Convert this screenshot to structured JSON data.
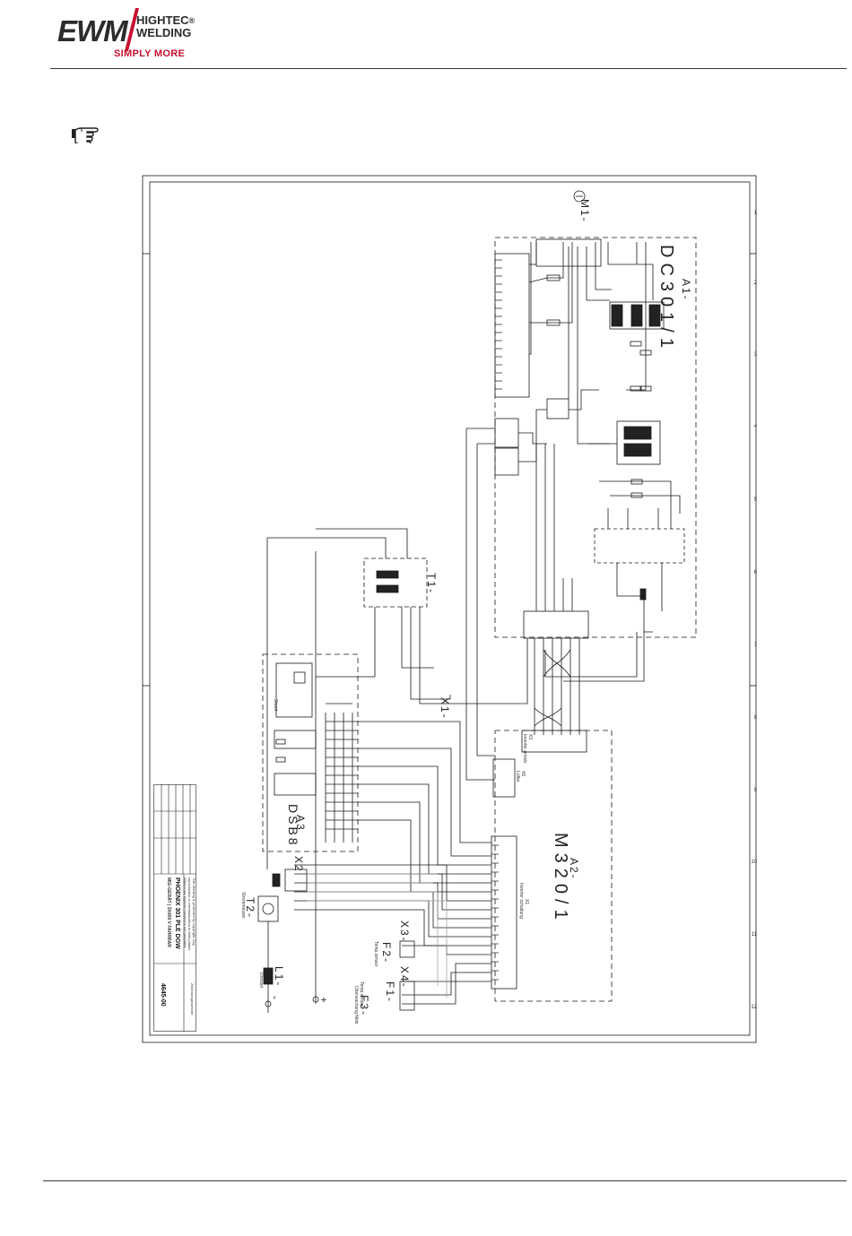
{
  "header": {
    "logo_main": "EWM",
    "logo_line1": "HIGHTEC",
    "logo_line2": "WELDING",
    "logo_tagline": "SIMPLY MORE",
    "registered": "®",
    "brand_red": "#c8102e",
    "brand_grey": "#2b2b2b"
  },
  "note_icon": "pointing-hand-icon",
  "schematic": {
    "modules": {
      "dc": {
        "ref": "A1-",
        "name": "DC301/1"
      },
      "m320": {
        "ref": "A2-",
        "name": "M320/1"
      },
      "dsb8": {
        "ref": "A3",
        "name": "DSB8"
      }
    },
    "components": {
      "t1": "T1-",
      "t2": "T2-",
      "l1": "L1-",
      "x1": "X1-",
      "x2": "X2",
      "x3": "X3-",
      "x4": "X4-",
      "m1": "M1-",
      "f1": "F1-",
      "f2": "F2-",
      "f3": "F3-",
      "plus": "+",
      "minus": "-"
    },
    "small_labels": {
      "shunt": "Shunt",
      "x3_inv": "X3",
      "inverter_primaer": "Inverter primär",
      "x5": "X5",
      "luefter": "Lüfter",
      "x1_inv": "X1",
      "inverter_schaltung": "Inverter schaltung",
      "strommesser": "Strommesser",
      "drossel": "Drossel",
      "temp_sensor": "Temp.sensor",
      "temp_sensor_2": "Temp.sensor",
      "ueberwachung": "Überwachung Netz"
    },
    "column_numbers": [
      "1",
      "2",
      "3",
      "4",
      "5",
      "6",
      "7",
      "8",
      "9",
      "10",
      "11",
      "12"
    ],
    "title_block": {
      "title": "PHOENIX 301 PLE DGW",
      "subtitle": "MIG-GERÄT | 3X400 V FAHRBAR",
      "drawing_no": "4645-00",
      "drawing_no_label": "Zeichnungsnummer",
      "copyright": "This drawing is protected by copyright. Any reproduction or communication to third parties without our express consent is not permitted."
    }
  }
}
